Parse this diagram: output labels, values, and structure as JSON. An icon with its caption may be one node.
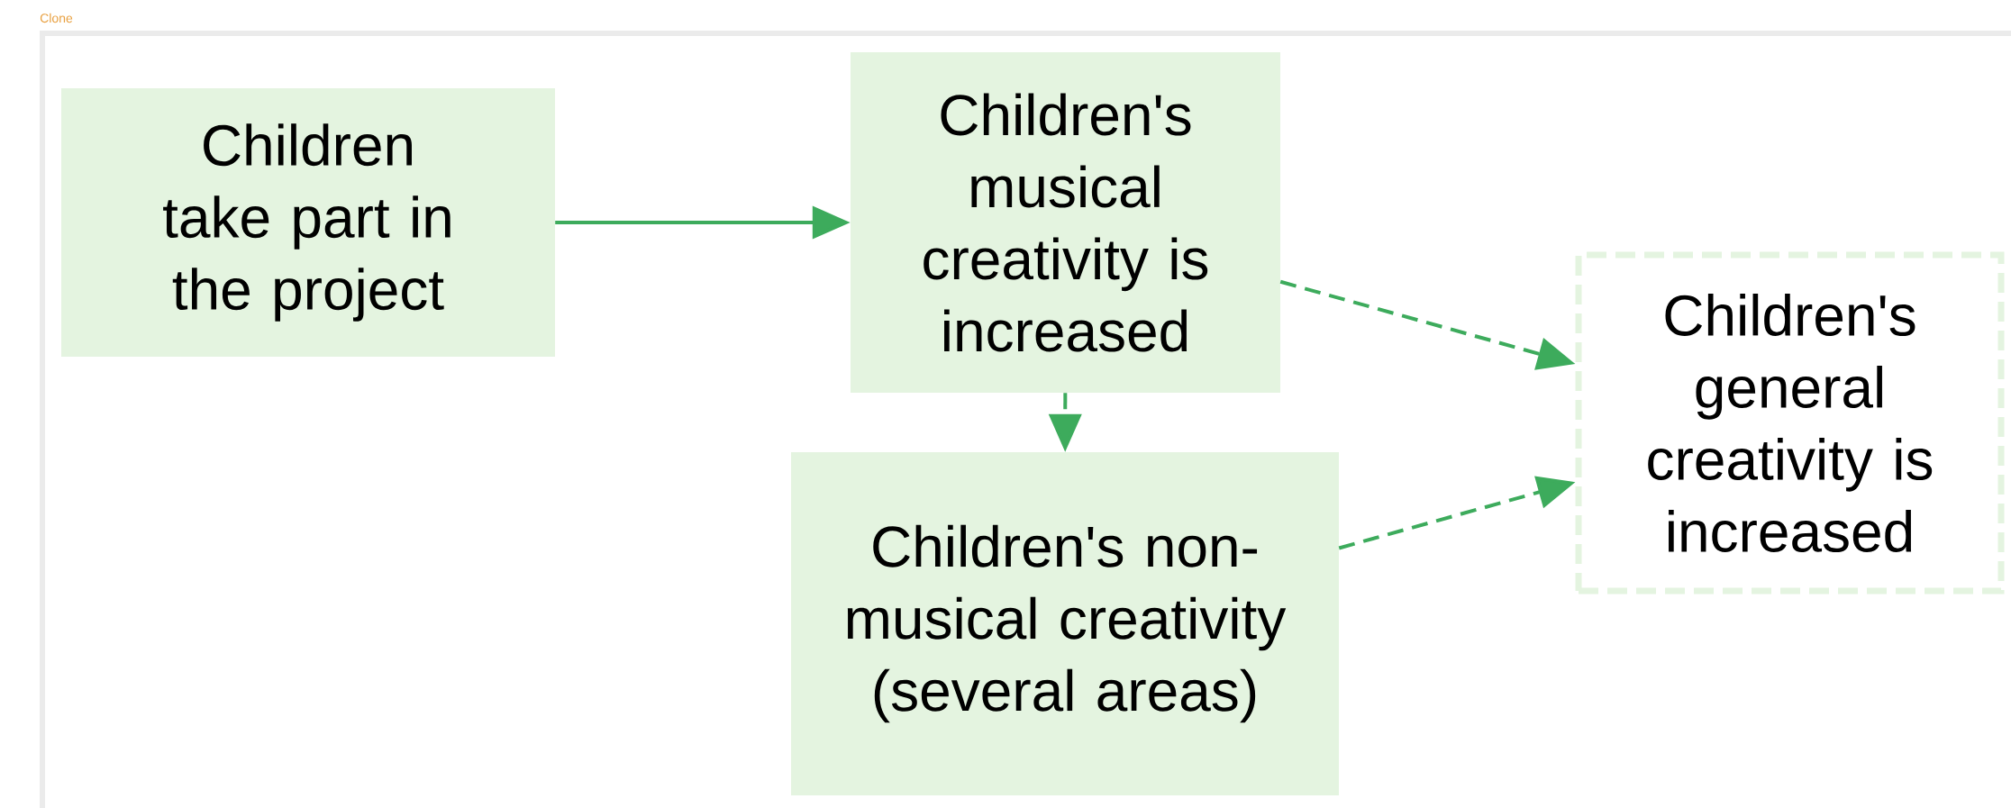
{
  "diagram": {
    "nodes": [
      {
        "text": [
          "Children take part in the project"
        ]
      },
      {
        "text": [
          "Children's musical creativity is increased"
        ]
      },
      {
        "text": [
          "Children's non-musical creativity (several areas)"
        ]
      },
      {
        "text": [
          "Children's general creativity is increased"
        ]
      }
    ],
    "edges": [
      {
        "from": 0,
        "to": 1,
        "arrow": "to"
      },
      {
        "from": 1,
        "to": 3,
        "arrow": "to",
        "style": "dashed"
      },
      {
        "from": 1,
        "to": 2,
        "arrow": "to",
        "style": "dashed"
      },
      {
        "from": 2,
        "to": 3,
        "arrow": "to",
        "style": "dashed"
      }
    ],
    "labels": [
      "Clone"
    ]
  }
}
